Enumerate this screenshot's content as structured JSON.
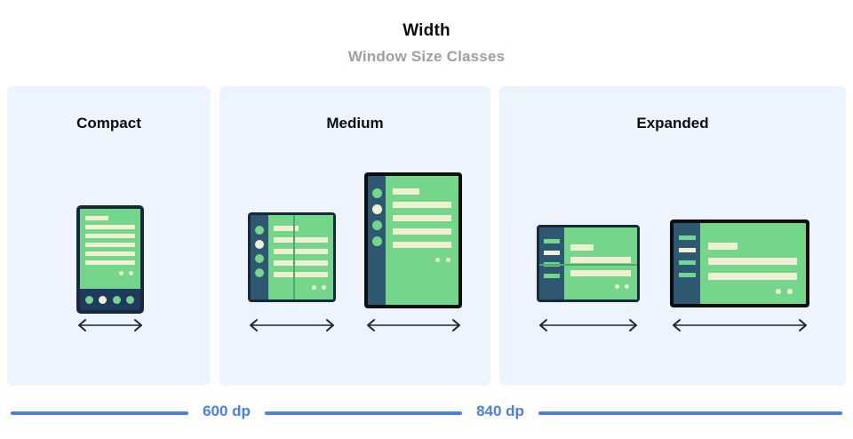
{
  "header": {
    "title": "Width",
    "subtitle": "Window Size Classes"
  },
  "panels": [
    {
      "id": "compact",
      "title": "Compact"
    },
    {
      "id": "medium",
      "title": "Medium"
    },
    {
      "id": "expanded",
      "title": "Expanded"
    }
  ],
  "breakpoints": [
    {
      "label": "600 dp"
    },
    {
      "label": "840 dp"
    }
  ],
  "colors": {
    "panel_background": "#EDF4FD",
    "page_background": "#FFFFFF",
    "title_text": "#0B0D0F",
    "subtitle_text": "#9AA0A8",
    "breakpoint_blue": "#4A7EE8",
    "device_frame_dark": "#16293D",
    "device_frame_black": "#0B0D0F",
    "screen_green": "#74D68A",
    "content_cream": "#F0EFD2",
    "nav_rail_blue": "#2E5871",
    "nav_bar_navy": "#1E3A5F",
    "top_bar_blue": "#5C86AD",
    "fold_seam_green": "#4FA86B",
    "arrow_navy": "#16293D"
  },
  "devices": {
    "phone": {
      "name": "phone-compact",
      "nav_dots": 4,
      "active_dot_index": 1,
      "content_bars": 6,
      "trailing_dots": 2
    },
    "foldable_portrait": {
      "name": "foldable-portrait-medium",
      "rail_dots": 4,
      "active_dot_index": 1,
      "content_bars": 5,
      "trailing_dots": 2,
      "fold": "vertical"
    },
    "tablet_portrait": {
      "name": "tablet-portrait-medium",
      "rail_dots": 4,
      "active_dot_index": 1,
      "content_bars": 5,
      "trailing_dots": 2
    },
    "foldable_landscape": {
      "name": "foldable-landscape-expanded",
      "rail_bars": 4,
      "active_bar_index": 1,
      "content_bars": 3,
      "trailing_dots": 2,
      "fold": "horizontal"
    },
    "tablet_landscape": {
      "name": "tablet-landscape-expanded",
      "rail_bars": 4,
      "active_bar_index": 1,
      "content_bars": 3,
      "trailing_dots": 2
    }
  },
  "arrows": {
    "icon": "double-headed-horizontal-arrow",
    "count": 5
  }
}
